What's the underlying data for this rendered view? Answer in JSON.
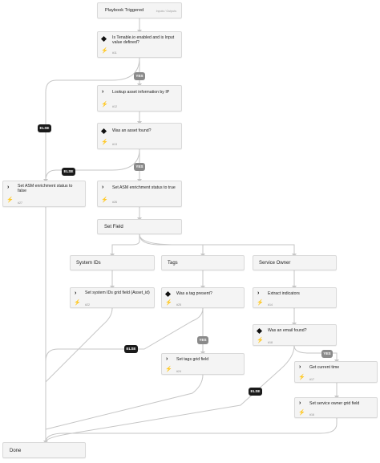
{
  "trigger": {
    "title": "Playbook Triggered",
    "link": "Inputs / Outputs"
  },
  "nodes": {
    "check_tenable": {
      "title": "Is Tenable.io enabled and is Input value defined?",
      "id": "#11"
    },
    "lookup_asset": {
      "title": "Lookup asset information by IP",
      "id": "#12"
    },
    "asset_found": {
      "title": "Was an asset found?",
      "id": "#13"
    },
    "set_false": {
      "title": "Set ASM enrichment status to false",
      "id": "#27"
    },
    "set_true": {
      "title": "Set ASM enrichment status to true",
      "id": "#26"
    },
    "set_field": {
      "title": "Set Field"
    },
    "system_ids": {
      "title": "System IDs"
    },
    "tags": {
      "title": "Tags"
    },
    "service_owner": {
      "title": "Service Owner"
    },
    "set_sysid": {
      "title": "Set system IDs grid field (Asset_id)",
      "id": "#22"
    },
    "tag_present": {
      "title": "Was a tag present?",
      "id": "#25"
    },
    "extract_ind": {
      "title": "Extract indicators",
      "id": "#14"
    },
    "email_found": {
      "title": "Was an email found?",
      "id": "#18"
    },
    "set_tags": {
      "title": "Set tags grid field",
      "id": "#24"
    },
    "get_time": {
      "title": "Get current time",
      "id": "#17"
    },
    "set_owner": {
      "title": "Set service owner grid field",
      "id": "#16"
    },
    "done": {
      "title": "Done"
    }
  },
  "labels": {
    "yes": "YES",
    "else": "ELSE"
  },
  "icons": {
    "task": "chevron-right-icon",
    "condition": "diamond-icon",
    "automation": "lightning-bolt-icon"
  },
  "colors": {
    "bolt": "#f5a623",
    "yes_badge": "#8a8a8a",
    "else_badge": "#1a1a1a",
    "connector": "#c6c6c6"
  }
}
